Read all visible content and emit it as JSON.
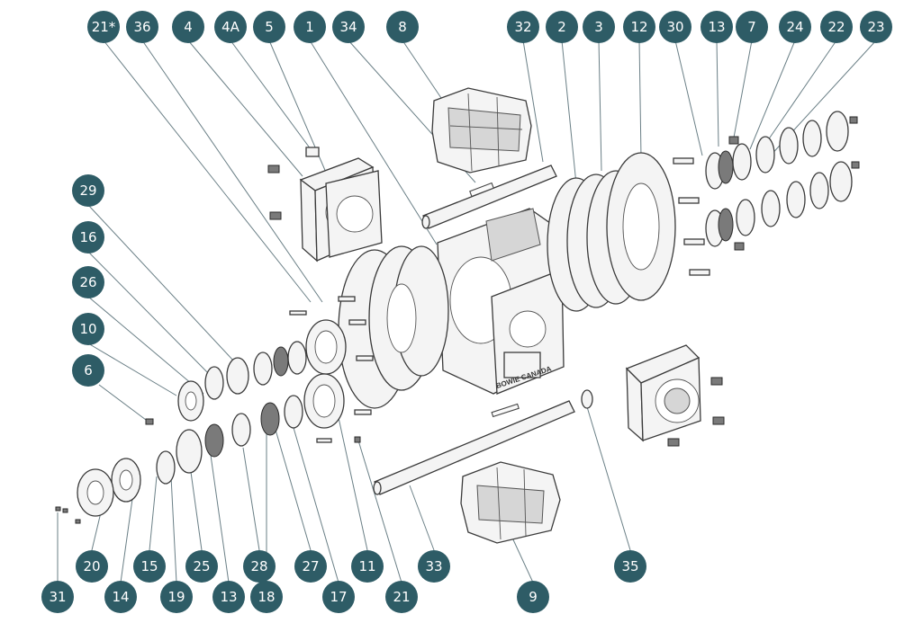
{
  "callouts": [
    {
      "id": "c-21s",
      "label": "21*"
    },
    {
      "id": "c-36",
      "label": "36"
    },
    {
      "id": "c-4",
      "label": "4"
    },
    {
      "id": "c-4a",
      "label": "4A"
    },
    {
      "id": "c-5",
      "label": "5"
    },
    {
      "id": "c-1",
      "label": "1"
    },
    {
      "id": "c-34",
      "label": "34"
    },
    {
      "id": "c-8",
      "label": "8"
    },
    {
      "id": "c-32",
      "label": "32"
    },
    {
      "id": "c-2",
      "label": "2"
    },
    {
      "id": "c-3",
      "label": "3"
    },
    {
      "id": "c-12",
      "label": "12"
    },
    {
      "id": "c-30",
      "label": "30"
    },
    {
      "id": "c-13t",
      "label": "13"
    },
    {
      "id": "c-7",
      "label": "7"
    },
    {
      "id": "c-24",
      "label": "24"
    },
    {
      "id": "c-22",
      "label": "22"
    },
    {
      "id": "c-23",
      "label": "23"
    },
    {
      "id": "c-29",
      "label": "29"
    },
    {
      "id": "c-16",
      "label": "16"
    },
    {
      "id": "c-26",
      "label": "26"
    },
    {
      "id": "c-10",
      "label": "10"
    },
    {
      "id": "c-6",
      "label": "6"
    },
    {
      "id": "c-20",
      "label": "20"
    },
    {
      "id": "c-15",
      "label": "15"
    },
    {
      "id": "c-25",
      "label": "25"
    },
    {
      "id": "c-28",
      "label": "28"
    },
    {
      "id": "c-27",
      "label": "27"
    },
    {
      "id": "c-11",
      "label": "11"
    },
    {
      "id": "c-33",
      "label": "33"
    },
    {
      "id": "c-35",
      "label": "35"
    },
    {
      "id": "c-31",
      "label": "31"
    },
    {
      "id": "c-14",
      "label": "14"
    },
    {
      "id": "c-19",
      "label": "19"
    },
    {
      "id": "c-13b",
      "label": "13"
    },
    {
      "id": "c-18",
      "label": "18"
    },
    {
      "id": "c-17",
      "label": "17"
    },
    {
      "id": "c-21",
      "label": "21"
    },
    {
      "id": "c-9",
      "label": "9"
    }
  ],
  "housing_stamp": "BOWIE CANADA",
  "colors": {
    "callout_fill": "#2e5c66",
    "callout_text": "#ffffff",
    "leader": "#6a7f86",
    "line_art": "#3a3a3a"
  }
}
